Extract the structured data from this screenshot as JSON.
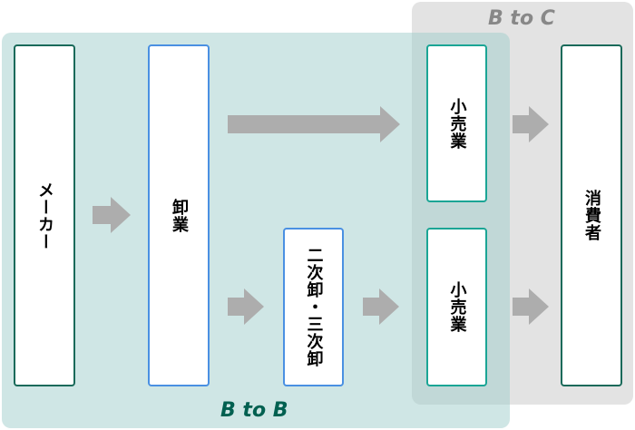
{
  "regions": {
    "b2c": "B to C",
    "b2b": "B to B"
  },
  "boxes": {
    "maker": "メーカー",
    "wholesale": "卸業",
    "secondary": "二次卸・三次卸",
    "retail_top": "小売業",
    "retail_bottom": "小売業",
    "consumer": "消費者"
  },
  "colors": {
    "b2b_label": "#006050",
    "b2c_label": "#888888",
    "arrow": "#adadad"
  }
}
